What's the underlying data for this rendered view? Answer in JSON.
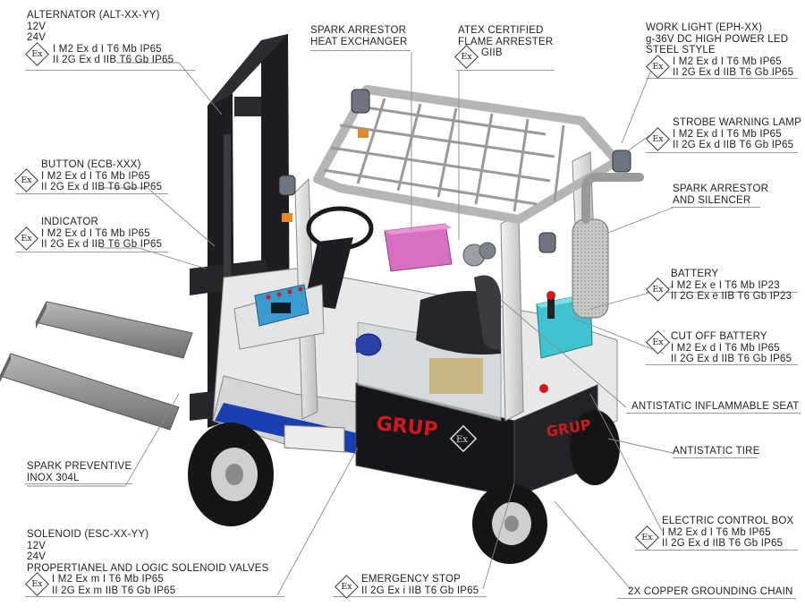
{
  "ex_mark": "Ex",
  "labels": {
    "alternator": [
      "ALTERNATOR (ALT-XX-YY)",
      "12V",
      "24V",
      "I M2 Ex d I T6 Mb IP65",
      "II 2G Ex d IIB T6 Gb IP65"
    ],
    "spark_arrestor_heat": [
      "SPARK ARRESTOR",
      "HEAT EXCHANGER"
    ],
    "atex_flame": [
      "ATEX CERTIFIED",
      "FLAME ARRESTER",
      "GIIB"
    ],
    "work_light": [
      "WORK LIGHT (EPH-XX)",
      "g-36V DC HIGH POWER LED",
      "STEEL STYLE",
      "I M2 Ex d I T6 Mb IP65",
      "II 2G Ex d IIB T6 Gb IP65"
    ],
    "strobe": [
      "STROBE WARNING LAMP",
      "I M2 Ex d I T6 Mb IP65",
      "II 2G Ex d IIB T6 Gb IP65"
    ],
    "button": [
      "BUTTON (ECB-XXX)",
      "I M2 Ex d I T6 Mb IP65",
      "II 2G Ex d IIB T6 Gb IP65"
    ],
    "spark_silencer": [
      "SPARK ARRESTOR",
      "AND SILENCER"
    ],
    "indicator": [
      "INDICATOR",
      "I M2 Ex d I T6 Mb IP65",
      "II 2G Ex d IIB T6 Gb IP65"
    ],
    "battery": [
      "BATTERY",
      "I M2 Ex e I T6 Mb IP23",
      "II 2G Ex e IIB T6 Gb IP23"
    ],
    "cut_off": [
      "CUT OFF BATTERY",
      "I M2 Ex d I T6 Mb IP65",
      "II 2G Ex d IIB T6 Gb IP65"
    ],
    "seat": [
      "ANTISTATIC INFLAMMABLE SEAT"
    ],
    "tire": [
      "ANTISTATIC TIRE"
    ],
    "spark_preventive": [
      "SPARK PREVENTIVE",
      "INOX 304L"
    ],
    "control_box": [
      "ELECTRIC CONTROL BOX",
      "I M2 Ex d I T6 Mb IP65",
      "II 2G Ex d IIB T6 Gb IP65"
    ],
    "solenoid": [
      "SOLENOID (ESC-XX-YY)",
      "12V",
      "24V",
      "PROPERTIANEL AND LOGIC SOLENOID VALVES",
      "I M2 Ex m I T6 Mb IP65",
      "II 2G Ex m IIB T6 Gb IP65"
    ],
    "emergency": [
      "EMERGENCY STOP",
      "II 2G Ex i IIB T6 Gb IP65"
    ],
    "grounding": [
      "2X COPPER GROUNDING CHAIN"
    ]
  },
  "forklift": {
    "brand": "GRUP",
    "side_mark": "Ex"
  },
  "colors": {
    "frame_light": "#e4e4e4",
    "frame_dark": "#1e1e22",
    "brand_red": "#d21a1a",
    "stripe_blue": "#1a3fb0",
    "pink_box": "#d86fc2",
    "teal_box": "#3fc3cf",
    "blue_panel": "#3a9bd0"
  }
}
